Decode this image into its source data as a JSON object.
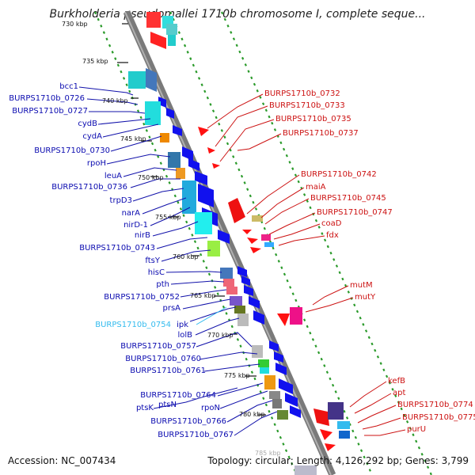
{
  "title": "Burkholderia pseudomallei 1710b chromosome I, complete seque...",
  "footer": {
    "accession": "Accession: NC_007434",
    "summary": "Topology: circular; Length: 4,126,292 bp; Genes: 3,799"
  },
  "ticks": [
    "730 kbp",
    "735 kbp",
    "740 kbp",
    "745 kbp",
    "750 kbp",
    "755 kbp",
    "760 kbp",
    "765 kbp",
    "770 kbp",
    "775 kbp",
    "780 kbp",
    "785 kbp"
  ],
  "left_labels": [
    "bcc1",
    "BURPS1710b_0726",
    "BURPS1710b_0727",
    "cydB",
    "cydA",
    "BURPS1710b_0730",
    "rpoH",
    "leuA",
    "BURPS1710b_0736",
    "trpD3",
    "narA",
    "nirD-1",
    "nirB",
    "BURPS1710b_0743",
    "ftsY",
    "hisC",
    "pth",
    "BURPS1710b_0752",
    "prsA",
    "BURPS1710b_0754",
    "ipk",
    "lolB",
    "BURPS1710b_0757",
    "BURPS1710b_0760",
    "BURPS1710b_0761",
    "BURPS1710b_0764",
    "ptsK",
    "ptsN",
    "rpoN",
    "BURPS1710b_0766",
    "BURPS1710b_0767"
  ],
  "right_labels": [
    "BURPS1710b_0732",
    "BURPS1710b_0733",
    "BURPS1710b_0735",
    "BURPS1710b_0737",
    "BURPS1710b_0742",
    "maiA",
    "BURPS1710b_0745",
    "BURPS1710b_0747",
    "coaD",
    "fdx",
    "mutM",
    "mutY",
    "kefB",
    "apt",
    "BURPS1710b_0774",
    "BURPS1710b_0775",
    "purU"
  ],
  "colors": {
    "backbone": "#7a7a7a",
    "left_label": "#0b0bb0",
    "right_label": "#cc1111",
    "highlight_label": "#33bbee",
    "tick_dash": "#2a9a2a"
  }
}
